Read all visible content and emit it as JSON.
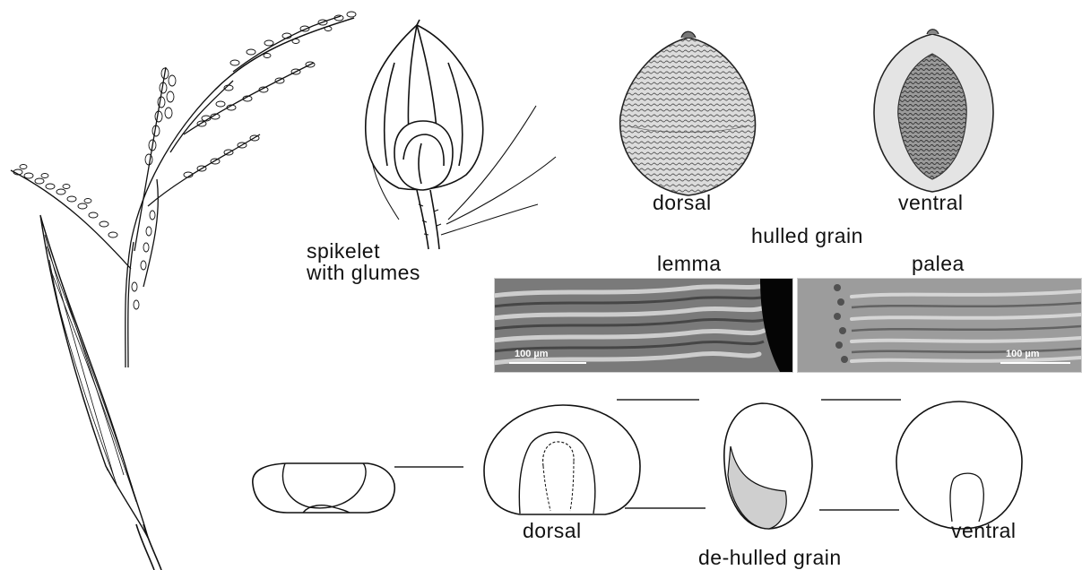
{
  "labels": {
    "spikelet_line1": "spikelet",
    "spikelet_line2": "with glumes",
    "hulled_dorsal": "dorsal",
    "hulled_ventral": "ventral",
    "hulled_grain": "hulled grain",
    "lemma": "lemma",
    "palea": "palea",
    "dehulled_dorsal": "dorsal",
    "dehulled_ventral": "ventral",
    "dehulled_grain": "de-hulled grain"
  },
  "micrographs": {
    "lemma_scale": "100 µm",
    "palea_scale": "100 µm"
  },
  "colors": {
    "ink": "#111111",
    "embryo_fill": "#cfcfcf",
    "sem_dark": "#3a3a3a",
    "sem_light": "#d8d8d8"
  }
}
